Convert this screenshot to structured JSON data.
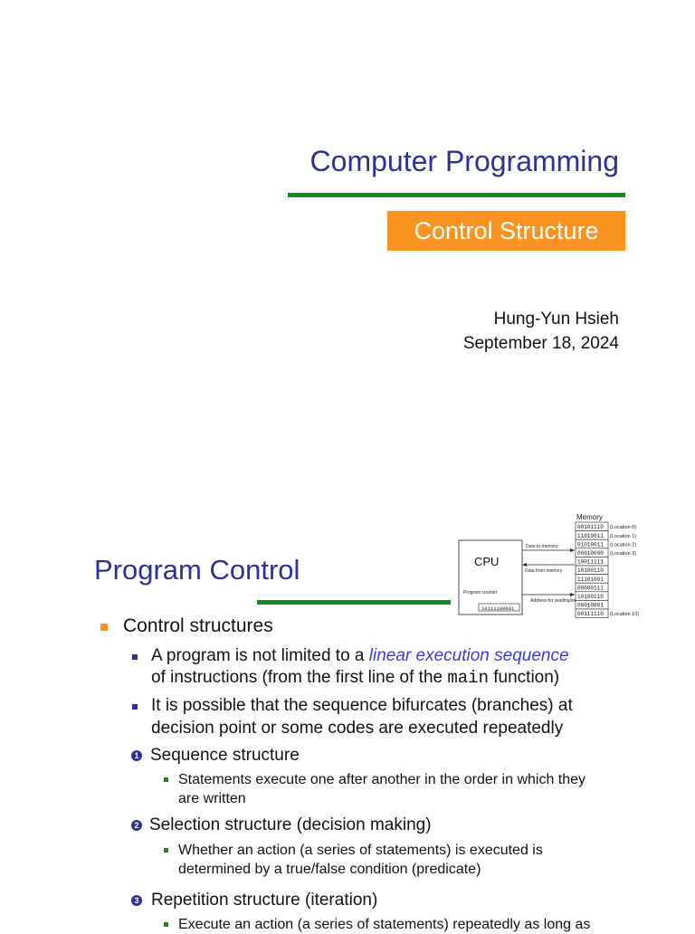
{
  "slide1": {
    "title": "Computer Programming",
    "subtitle": "Control Structure",
    "author": "Hung-Yun Hsieh",
    "date": "September 18, 2024"
  },
  "slide2": {
    "title": "Program Control",
    "diagram": {
      "memory_label": "Memory",
      "cpu_label": "CPU",
      "program_counter_label": "Program counter",
      "program_counter_value": "10111100001",
      "data_to_memory": "Data to memory",
      "data_from_memory": "Data from memory",
      "address_label": "Address for reading/writing data",
      "cells": [
        "00101110",
        "11010011",
        "01010011",
        "00010000",
        "10011111",
        "10100110",
        "11101001",
        "00000111",
        "10100110",
        "00010001",
        "00111110"
      ],
      "location_labels": [
        "(Location 0)",
        "(Location 1)",
        "(Location 2)",
        "(Location 3)",
        "",
        "",
        "",
        "",
        "",
        "",
        "(Location 10)"
      ]
    },
    "bullet1": "Control structures",
    "sub1_a": "A program is not limited to a ",
    "sub1_b": "linear execution sequence",
    "sub1_c": "of instructions (from the first line of the ",
    "sub1_d": "main",
    "sub1_e": " function)",
    "sub2_a": "It is possible that the sequence bifurcates (branches) at",
    "sub2_b": "decision point or some codes are executed repeatedly",
    "items": [
      {
        "num": "1",
        "label": "Sequence structure",
        "detail": [
          "Statements execute one after another in the order in which they",
          "are written"
        ]
      },
      {
        "num": "2",
        "label": "Selection structure (decision making)",
        "detail": [
          "Whether an action (a series of statements) is executed is",
          "determined by a true/false condition (predicate)"
        ]
      },
      {
        "num": "3",
        "label": "Repetition structure (iteration)",
        "detail": [
          "Execute an action (a series of statements) repeatedly as long as"
        ]
      }
    ]
  }
}
